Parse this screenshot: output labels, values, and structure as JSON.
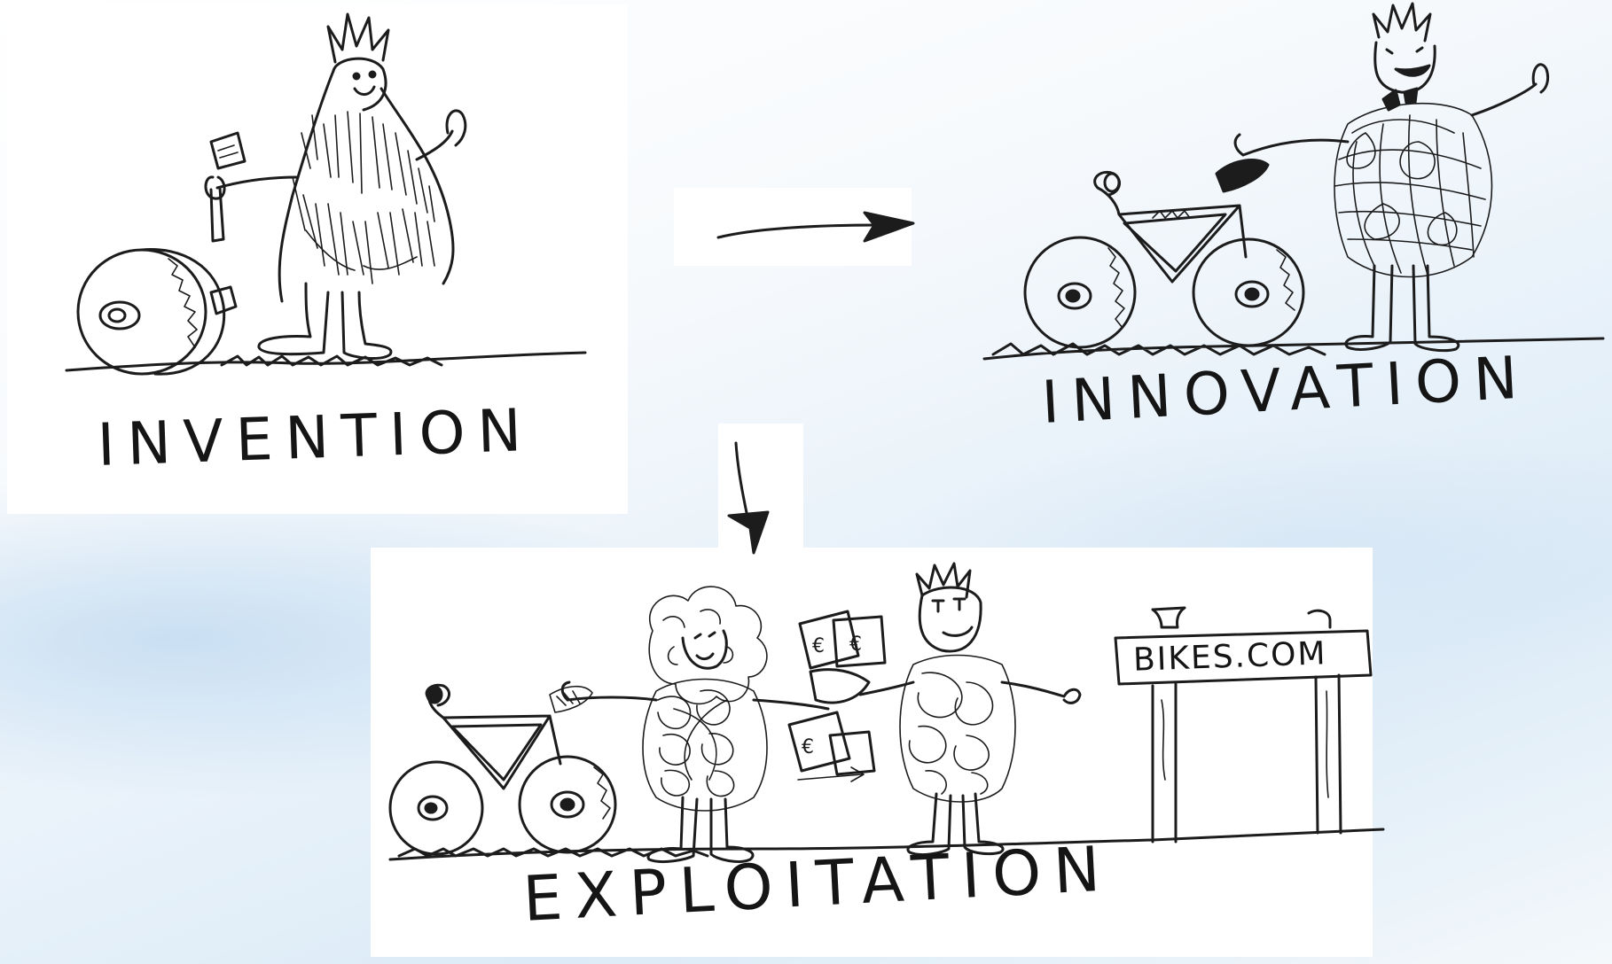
{
  "stages": {
    "invention": {
      "label": "INVENTION"
    },
    "innovation": {
      "label": "INNOVATION"
    },
    "exploitation": {
      "label": "EXPLOITATION"
    }
  },
  "sign": {
    "text": "BIKES.COM"
  },
  "icons": {
    "arrow_right": "arrow-right-icon",
    "arrow_down": "arrow-down-icon"
  },
  "colors": {
    "ink": "#1c1c1c",
    "panel": "#ffffff",
    "background_tint": "#dcebf7"
  }
}
